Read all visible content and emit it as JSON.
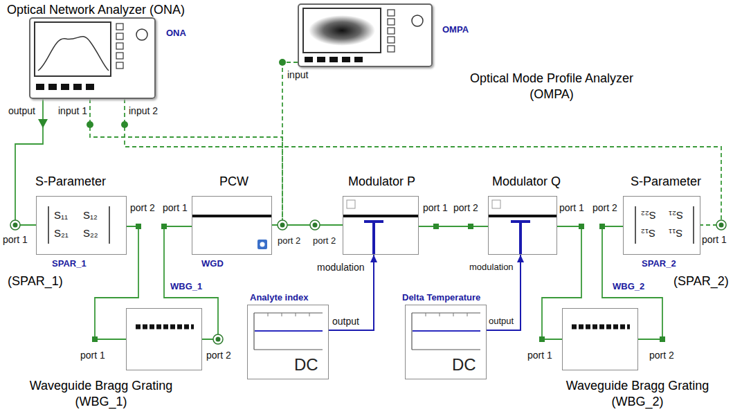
{
  "diagram": {
    "nodes": [
      {
        "text": [
          "Optical Network Analyzer (ONA)",
          "ONA"
        ]
      },
      {
        "text": [
          "OMPA",
          "Optical Mode Profile Analyzer (OMPA)"
        ]
      },
      {
        "text": [
          "S-Parameter",
          "SPAR_1",
          "(SPAR_1)"
        ]
      },
      {
        "text": [
          "PCW",
          "WGD"
        ]
      },
      {
        "text": [
          "Modulator P"
        ]
      },
      {
        "text": [
          "Modulator Q"
        ]
      },
      {
        "text": [
          "S-Parameter",
          "SPAR_2",
          "(SPAR_2)"
        ]
      },
      {
        "text": [
          "WBG_1",
          "Waveguide Bragg Grating (WBG_1)"
        ]
      },
      {
        "text": [
          "Analyte index",
          "DC"
        ]
      },
      {
        "text": [
          "Delta Temperature",
          "DC"
        ]
      },
      {
        "text": [
          "WBG_2",
          "Waveguide Bragg Grating (WBG_2)"
        ]
      }
    ],
    "edges": [
      {
        "from": 0,
        "to": 2,
        "arrow": "none"
      },
      {
        "from": 0,
        "to": 3,
        "arrow": "none"
      },
      {
        "from": 0,
        "to": 6,
        "arrow": "none"
      },
      {
        "from": 1,
        "to": 3,
        "arrow": "none"
      },
      {
        "from": 2,
        "to": 7,
        "arrow": "none"
      },
      {
        "from": 7,
        "to": 3,
        "arrow": "none"
      },
      {
        "from": 3,
        "to": 4,
        "arrow": "none"
      },
      {
        "from": 4,
        "to": 5,
        "arrow": "none"
      },
      {
        "from": 5,
        "to": 10,
        "arrow": "none"
      },
      {
        "from": 10,
        "to": 6,
        "arrow": "none"
      },
      {
        "from": 8,
        "to": 4,
        "arrow": "to"
      },
      {
        "from": 9,
        "to": 5,
        "arrow": "to"
      }
    ],
    "labels": [
      "output",
      "input 1",
      "input 2",
      "input",
      "port 1",
      "port 2",
      "S₁₁",
      "S₁₂",
      "S₂₁",
      "S₂₂",
      "port 1",
      "port 2",
      "port 2",
      "modulation",
      "output",
      "port 1",
      "port 2",
      "modulation",
      "output",
      "port 1",
      "port 2",
      "S₁₁",
      "S₁₂",
      "S₂₁",
      "S₂₂",
      "port 1",
      "port 1",
      "port 2",
      "port 1",
      "port 2"
    ]
  }
}
